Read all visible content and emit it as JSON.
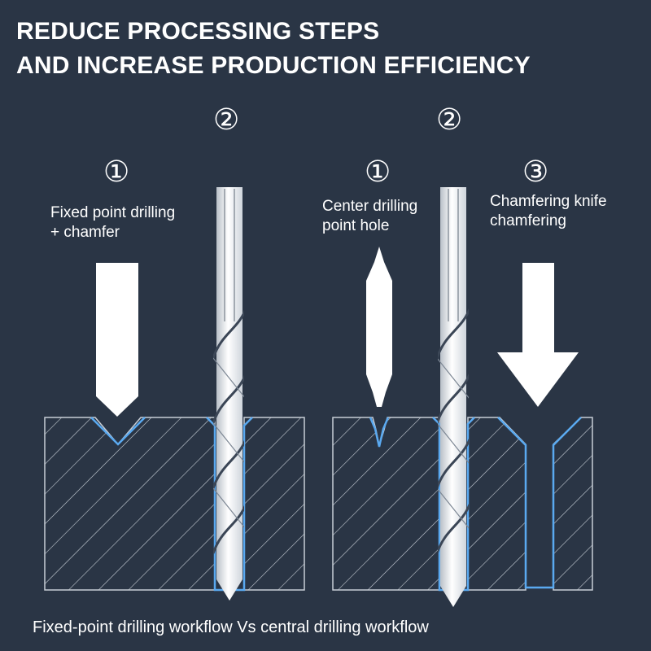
{
  "heading": {
    "line1": "REDUCE PROCESSING STEPS",
    "line2": "AND INCREASE PRODUCTION EFFICIENCY"
  },
  "left_workflow": {
    "step1": {
      "marker": "①",
      "label_line1": "Fixed point drilling",
      "label_line2": "+ chamfer"
    },
    "step2": {
      "marker": "②"
    }
  },
  "right_workflow": {
    "step1": {
      "marker": "①",
      "label_line1": "Center drilling",
      "label_line2": "point hole"
    },
    "step2": {
      "marker": "②"
    },
    "step3": {
      "marker": "③",
      "label_line1": "Chamfering knife",
      "label_line2": "chamfering"
    }
  },
  "caption": "Fixed-point drilling workflow Vs central drilling workflow",
  "colors": {
    "background": "#2a3545",
    "outline": "#5aa9f0",
    "hatch": "#c8ced6",
    "tool": "#ffffff"
  }
}
